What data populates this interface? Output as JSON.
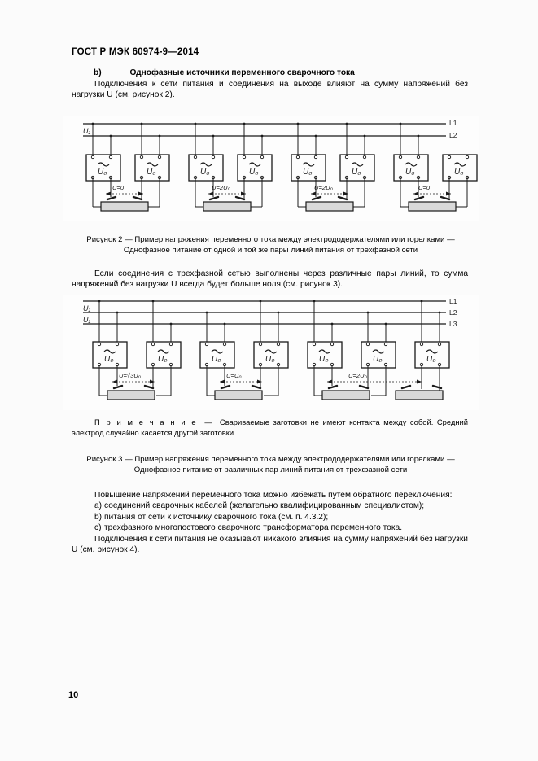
{
  "document": {
    "header": "ГОСТ Р МЭК 60974-9—2014",
    "page_number": "10"
  },
  "section_b": {
    "marker": "b)",
    "title": "Однофазные источники переменного сварочного тока",
    "paragraph": "Подключения к сети питания и соединения на выходе влияют на сумму напряжений без нагрузки U (см. рисунок 2)."
  },
  "figure2": {
    "caption_line1": "Рисунок 2 — Пример напряжения переменного тока между электрододержателями или горелками —",
    "caption_line2": "Однофазное питание от одной и той же пары линий питания от трехфазной сети",
    "line_labels": [
      "L1",
      "L2"
    ],
    "source_label": "U₁",
    "source_box_label": "U₀",
    "measurements": [
      "U=0",
      "U=2U₀",
      "U=2U₀",
      "U=0"
    ],
    "source_count": 8,
    "workpiece_count": 4
  },
  "paragraph_mid": "Если соединения с трехфазной сетью выполнены через различные пары линий, то сумма напряжений без нагрузки U всегда будет больше ноля (см. рисунок 3).",
  "figure3": {
    "caption_line1": "Рисунок 3 — Пример напряжения переменного тока между электрододержателями или горелками —",
    "caption_line2": "Однофазное питание от различных пар линий питания от трехфазной сети",
    "line_labels": [
      "L1",
      "L2",
      "L3"
    ],
    "source_labels": [
      "U₁",
      "U₁"
    ],
    "source_box_label": "U₀",
    "measurements": [
      "U=√3U₀",
      "U=U₀",
      "U=2U₀"
    ],
    "source_count": 7,
    "workpiece_count": 4
  },
  "note": {
    "lead": "П р и м е ч а н и е",
    "dash": "—",
    "text": "Свариваемые заготовки не имеют контакта между собой. Средний электрод случайно касается другой заготовки."
  },
  "tail": {
    "intro": "Повышение напряжений переменного тока можно избежать путем обратного переключения:",
    "items": [
      {
        "marker": "a)",
        "text": "соединений сварочных кабелей (желательно квалифицированным специалистом);"
      },
      {
        "marker": "b)",
        "text": "питания от сети к источнику сварочного тока (см. п. 4.3.2);"
      },
      {
        "marker": "c)",
        "text": "трехфазного многопостового сварочного трансформатора переменного тока."
      }
    ],
    "closing": "Подключения к сети питания не оказывают никакого влияния на сумму напряжений без нагрузки U (см. рисунок 4)."
  },
  "colors": {
    "ink": "#000000",
    "paper": "#fbfbfb",
    "hatch": "#d8d8d8"
  }
}
